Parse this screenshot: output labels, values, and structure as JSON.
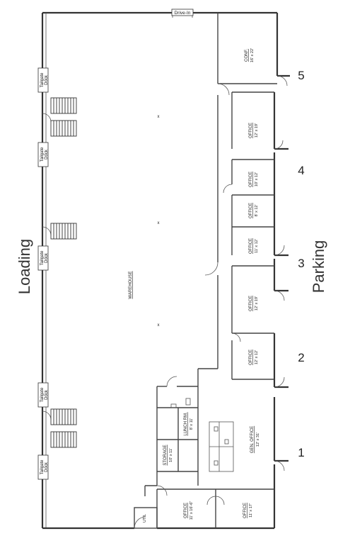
{
  "labels": {
    "drive_in": "Drive-In",
    "loading": "Loading",
    "parking": "Parking",
    "warehouse": "WAREHOUSE",
    "tailgate_dock_line1": "Tailgate",
    "tailgate_dock_line2": "Dock",
    "util": "UTIL"
  },
  "rooms": [
    {
      "id": "conf",
      "name": "CONF.",
      "dims": "16' x 22'"
    },
    {
      "id": "office1",
      "name": "OFFICE",
      "dims": "12' x 19'"
    },
    {
      "id": "office2",
      "name": "OFFICE",
      "dims": "10' x 12'"
    },
    {
      "id": "office3",
      "name": "OFFICE",
      "dims": "8' x 12'"
    },
    {
      "id": "office4",
      "name": "OFFICE",
      "dims": "11' x 12'"
    },
    {
      "id": "office5",
      "name": "OFFICE",
      "dims": "12' x 19'"
    },
    {
      "id": "office6",
      "name": "OFFICE",
      "dims": "12' x 12'"
    },
    {
      "id": "gen_office",
      "name": "GEN. OFFICE",
      "dims": "12' x 31'"
    },
    {
      "id": "lunch",
      "name": "LUNCH RM.",
      "dims": "8' x 11'"
    },
    {
      "id": "storage",
      "name": "STORAGE",
      "dims": "10' x 11'"
    },
    {
      "id": "office7",
      "name": "OFFICE",
      "dims": "11' x 16'-6\""
    },
    {
      "id": "office8",
      "name": "OFFICE",
      "dims": "11' x 17'"
    }
  ],
  "numbers": [
    "5",
    "4",
    "3",
    "2",
    "1"
  ]
}
